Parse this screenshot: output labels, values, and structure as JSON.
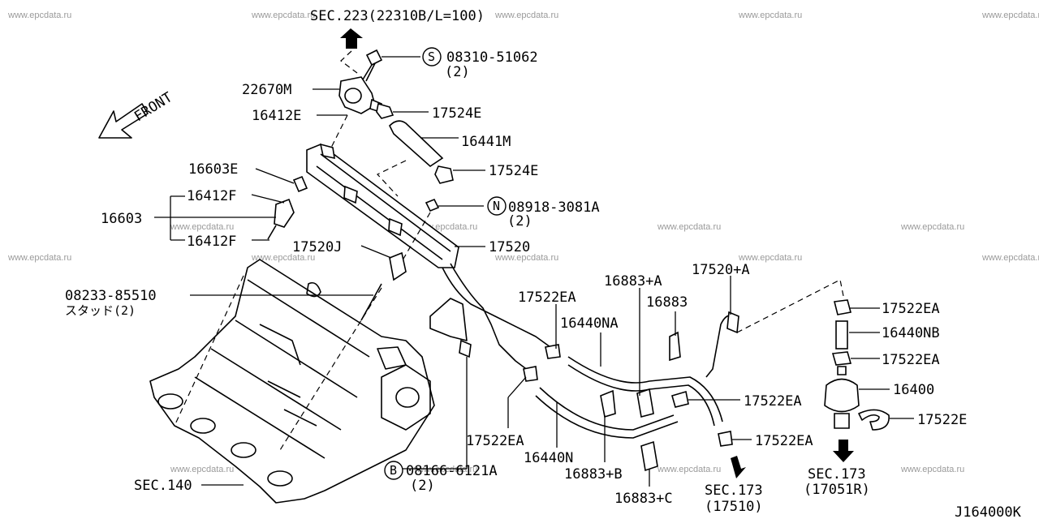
{
  "watermark": "www.epcdata.ru",
  "diagram_code": "J164000K",
  "front_label": "FRONT",
  "labels": {
    "sec223": "SEC.223(22310B/L=100)",
    "s_bolt": "08310-51062",
    "s_bolt_qty": "(2)",
    "s_symbol": "S",
    "p22670m": "22670M",
    "p16412e": "16412E",
    "p17524e_top": "17524E",
    "p16441m": "16441M",
    "p16603e": "16603E",
    "p17524e_mid": "17524E",
    "p16412f_top": "16412F",
    "p16603": "16603",
    "p16412f_bot": "16412F",
    "n_nut": "08918-3081A",
    "n_nut_qty": "(2)",
    "n_symbol": "N",
    "p17520j": "17520J",
    "p17520": "17520",
    "stud": "08233-85510",
    "stud_note": "スタッド(2)",
    "p17522ea_1": "17522EA",
    "p16883a": "16883+A",
    "p17520a": "17520+A",
    "p16440na": "16440NA",
    "p16883": "16883",
    "p17522ea_r1": "17522EA",
    "p16440nb": "16440NB",
    "p17522ea_r2": "17522EA",
    "p16400": "16400",
    "p17522ea_mid": "17522EA",
    "p17522e": "17522E",
    "p17522ea_low": "17522EA",
    "p17522ea_2": "17522EA",
    "p16440n": "16440N",
    "p16883b": "16883+B",
    "p16883c": "16883+C",
    "b_bolt": "08166-6121A",
    "b_bolt_qty": "(2)",
    "b_symbol": "B",
    "sec140": "SEC.140",
    "sec173_a": "SEC.173",
    "sec173_a_sub": "(17510)",
    "sec173_b": "SEC.173",
    "sec173_b_sub": "(17051R)"
  }
}
